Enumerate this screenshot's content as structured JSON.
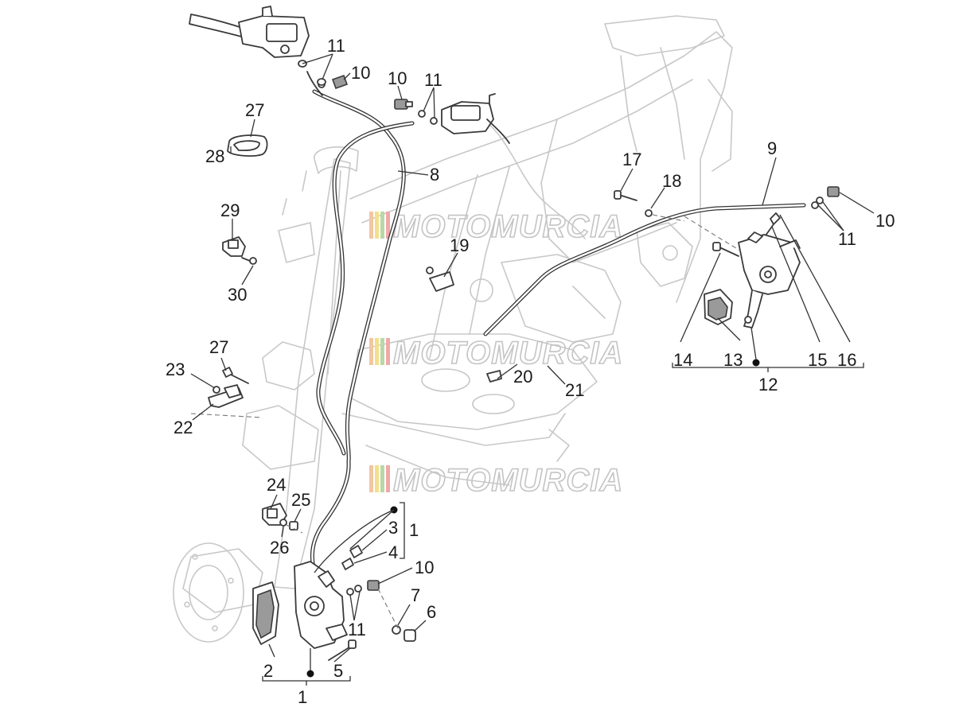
{
  "watermark": {
    "text": "MOTOMURCIA",
    "stripe_colors": [
      "#f2c6a0",
      "#f4e08a",
      "#b8d8a8",
      "#f2a8a8"
    ]
  },
  "callouts": {
    "c1": "1",
    "c2": "2",
    "c3": "3",
    "c4": "4",
    "c5": "5",
    "c6": "6",
    "c7": "7",
    "c8": "8",
    "c9": "9",
    "c10": "10",
    "c11": "11",
    "c12": "12",
    "c13": "13",
    "c14": "14",
    "c15": "15",
    "c16": "16",
    "c17": "17",
    "c18": "18",
    "c19": "19",
    "c20": "20",
    "c21": "21",
    "c22": "22",
    "c23": "23",
    "c24": "24",
    "c25": "25",
    "c26": "26",
    "c27": "27",
    "c28": "28",
    "c29": "29",
    "c30": "30"
  }
}
